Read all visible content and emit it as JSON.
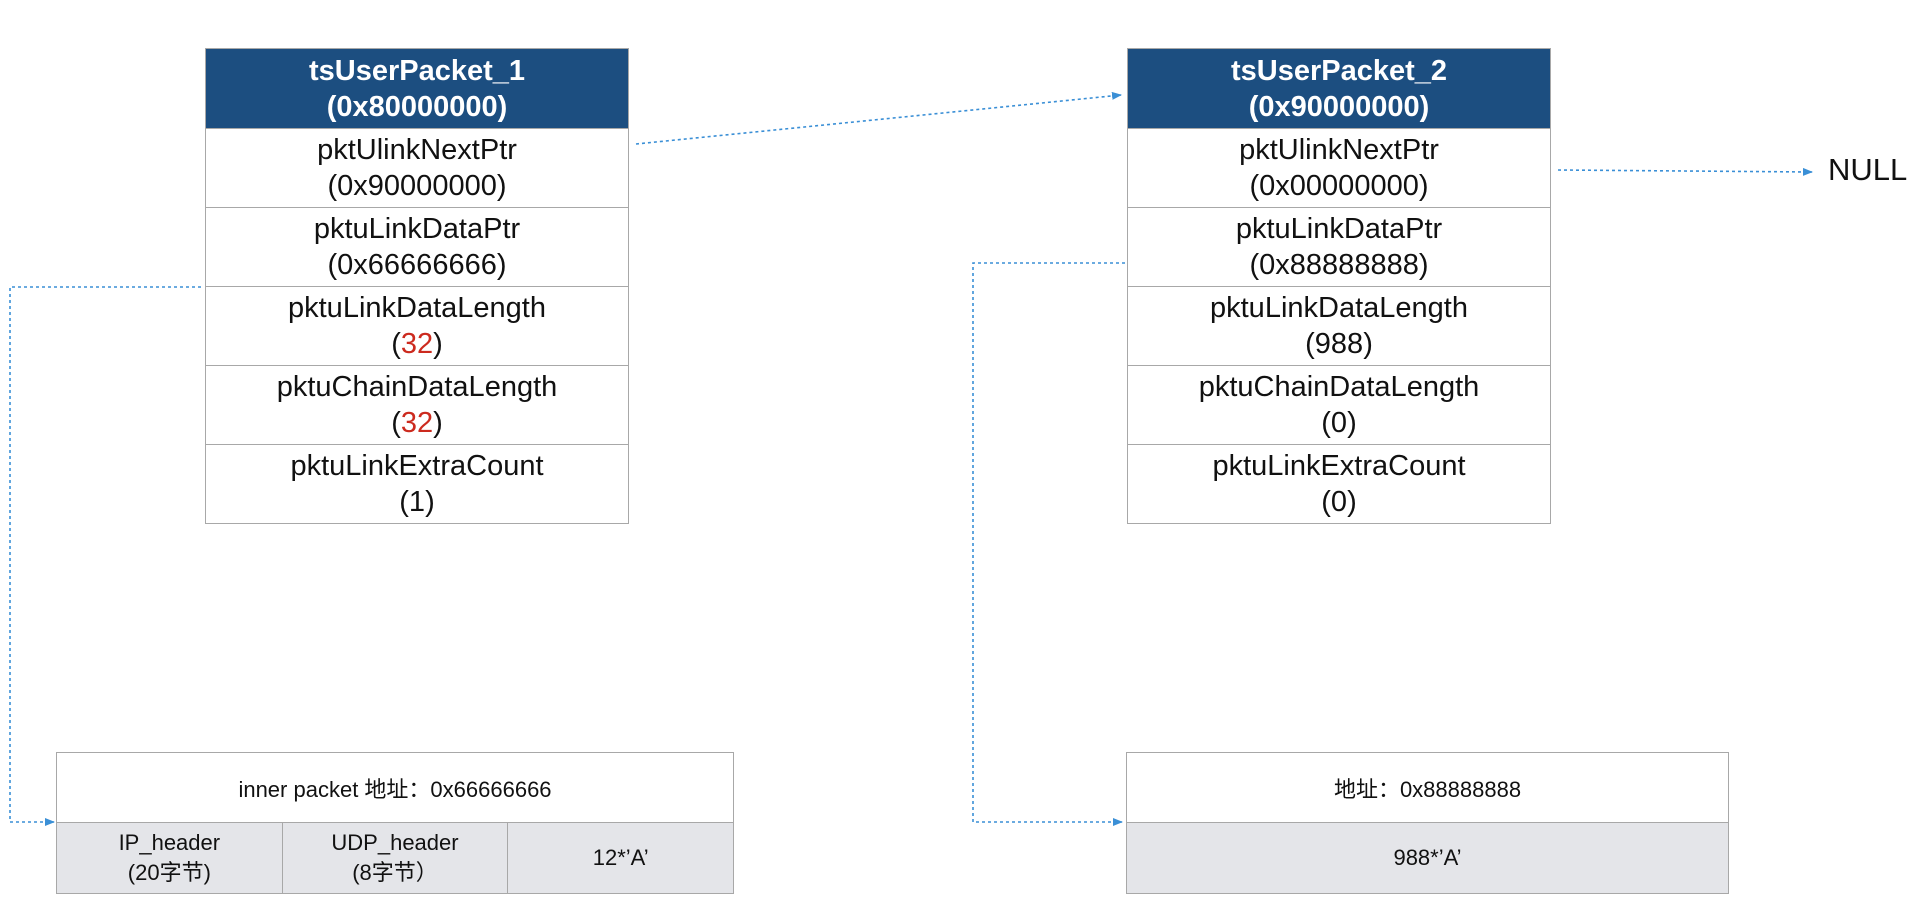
{
  "packets": [
    {
      "name": "tsUserPacket_1",
      "addr": "(0x80000000)",
      "fields": [
        {
          "name": "pktUlinkNextPtr",
          "pre": "(",
          "val": "0x90000000",
          "post": ")"
        },
        {
          "name": "pktuLinkDataPtr",
          "pre": "(",
          "val": "0x66666666",
          "post": ")"
        },
        {
          "name": "pktuLinkDataLength",
          "pre": "(",
          "val": "32",
          "post": ")"
        },
        {
          "name": "pktuChainDataLength",
          "pre": "(",
          "val": "32",
          "post": ")"
        },
        {
          "name": "pktuLinkExtraCount",
          "pre": "(",
          "val": "1",
          "post": ")"
        }
      ]
    },
    {
      "name": "tsUserPacket_2",
      "addr": "(0x90000000)",
      "fields": [
        {
          "name": "pktUlinkNextPtr",
          "pre": "(",
          "val": "0x00000000",
          "post": ")"
        },
        {
          "name": "pktuLinkDataPtr",
          "pre": "(",
          "val": "0x88888888",
          "post": ")"
        },
        {
          "name": "pktuLinkDataLength",
          "pre": "(",
          "val": "988",
          "post": ")"
        },
        {
          "name": "pktuChainDataLength",
          "pre": "(",
          "val": "0",
          "post": ")"
        },
        {
          "name": "pktuLinkExtraCount",
          "pre": "(",
          "val": "0",
          "post": ")"
        }
      ]
    }
  ],
  "null_label": "NULL",
  "buffers": [
    {
      "title": "inner packet 地址：0x66666666",
      "cells": [
        {
          "line1": "IP_header",
          "line2": "(20字节)"
        },
        {
          "line1": "UDP_header",
          "line2": "(8字节）"
        },
        {
          "line1": "12*’A’",
          "line2": ""
        }
      ]
    },
    {
      "title": "地址：0x88888888",
      "cells": [
        {
          "line1": "988*’A’",
          "line2": ""
        }
      ]
    }
  ],
  "colors": {
    "header_bg": "#1c4e80",
    "highlight": "#cc2a1e",
    "arrow": "#3a8fd6",
    "buffer_bg": "#e4e5e9",
    "border": "#a8a8a8"
  }
}
